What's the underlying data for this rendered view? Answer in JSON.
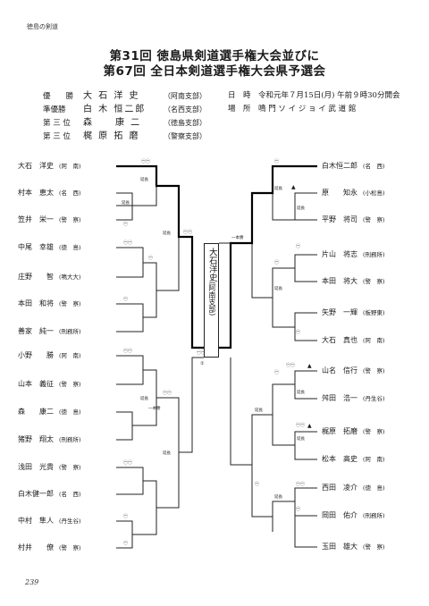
{
  "header_tag": "徳島の剣道",
  "title_line1": "第31回 徳島県剣道選手権大会並びに",
  "title_line2": "第67回 全日本剣道選手権大会県予選会",
  "results": [
    {
      "rank": "優　　勝",
      "name": "大 石 洋 史",
      "aff": "（阿南支部）"
    },
    {
      "rank": "準優勝",
      "name": "白 木 恒二郎",
      "aff": "（名西支部）"
    },
    {
      "rank": "第 三 位",
      "name": "森　　康 二",
      "aff": "（徳島支部）"
    },
    {
      "rank": "第 三 位",
      "name": "梶 原 拓 磨",
      "aff": "（警察支部）"
    }
  ],
  "info": [
    {
      "label": "日　時",
      "value": "令和元年７月15日(月) 午前９時30分開会"
    },
    {
      "label": "場　所",
      "value": "鳴 門 ソ イ ジ ョ イ 武 道 館"
    }
  ],
  "left_players": [
    {
      "name": "大石　洋史",
      "aff": "(阿　南)"
    },
    {
      "name": "村本　恵太",
      "aff": "(名　西)"
    },
    {
      "name": "笠井　栄一",
      "aff": "(警　察)"
    },
    {
      "name": "中尾　幸雄",
      "aff": "(徳　島)"
    },
    {
      "name": "庄野　　智",
      "aff": "(鳴大大)"
    },
    {
      "name": "本田　和将",
      "aff": "(警　察)"
    },
    {
      "name": "善家　純一",
      "aff": "(刑務所)"
    },
    {
      "name": "小野　　勝",
      "aff": "(阿　南)"
    },
    {
      "name": "山本　義征",
      "aff": "(警　察)"
    },
    {
      "name": "森　　康二",
      "aff": "(徳　島)"
    },
    {
      "name": "猪野　翔太",
      "aff": "(刑務所)"
    },
    {
      "name": "浅田　光貴",
      "aff": "(警　察)"
    },
    {
      "name": "白木健一郎",
      "aff": "(名　西)"
    },
    {
      "name": "中村　隼人",
      "aff": "(丹生谷)"
    },
    {
      "name": "村井　　僚",
      "aff": "(警　察)"
    }
  ],
  "right_players": [
    {
      "name": "白木恒二郎",
      "aff": "(名　西)"
    },
    {
      "name": "原　　知永",
      "aff": "(小松島)"
    },
    {
      "name": "平野　将司",
      "aff": "(警　察)"
    },
    {
      "name": "片山　将志",
      "aff": "(刑務所)"
    },
    {
      "name": "本田　将大",
      "aff": "(警　察)"
    },
    {
      "name": "矢野　一輝",
      "aff": "(板野東)"
    },
    {
      "name": "大石　真也",
      "aff": "(阿　南)"
    },
    {
      "name": "山名　信行",
      "aff": "(警　察)"
    },
    {
      "name": "舛田　浩一",
      "aff": "(丹生谷)"
    },
    {
      "name": "梶原　拓磨",
      "aff": "(警　察)"
    },
    {
      "name": "松本　高史",
      "aff": "(阿　南)"
    },
    {
      "name": "西田　凌介",
      "aff": "(徳　島)"
    },
    {
      "name": "岡田　佑介",
      "aff": "(刑務所)"
    },
    {
      "name": "玉田　雄大",
      "aff": "(警　察)"
    }
  ],
  "champion": {
    "name": "大石洋史",
    "aff": "(阿南支部)"
  },
  "labels": {
    "encho": "延長",
    "ippon": "一本勝",
    "final_score": "①",
    "marks": [
      "㊀㊀",
      "㊀",
      "㊀㊀",
      "㊀",
      "㊀",
      "㊀",
      "㊀㊀",
      "㊀",
      "㊀㊀",
      "㊀㊀",
      "㊀",
      "㊀",
      "㊀㊀",
      "㊀",
      "㊀",
      "㊀"
    ]
  },
  "page_number": "239"
}
